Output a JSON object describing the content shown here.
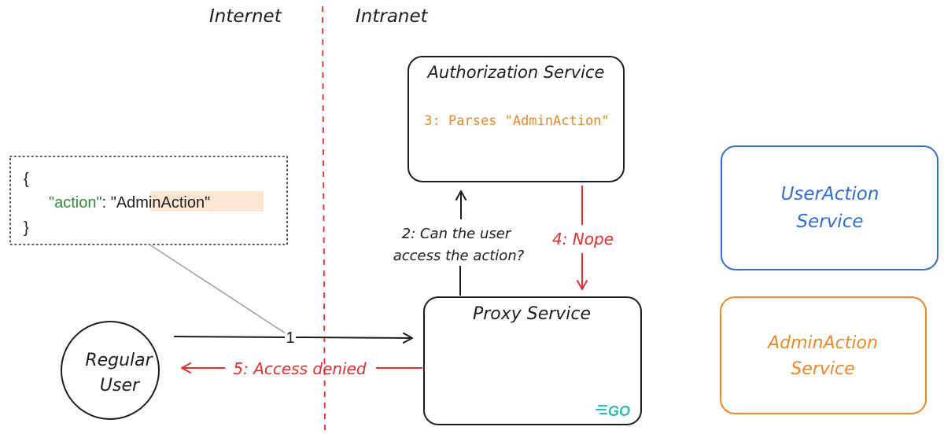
{
  "zones": {
    "internet_label": "Internet",
    "intranet_label": "Intranet"
  },
  "json_box": {
    "open_brace": "{",
    "key": "\"action\"",
    "colon": ": ",
    "quote_open": "\"",
    "value": "AdminAction",
    "quote_close": "\"",
    "close_brace": "}"
  },
  "nodes": {
    "regular_user": {
      "line1": "Regular",
      "line2": "User"
    },
    "authorization_service": {
      "title": "Authorization Service",
      "note": "3: Parses \"AdminAction\""
    },
    "proxy_service": {
      "title": "Proxy Service",
      "badge": "GO"
    },
    "useraction_service": {
      "line1": "UserAction",
      "line2": "Service"
    },
    "adminaction_service": {
      "line1": "AdminAction",
      "line2": "Service"
    }
  },
  "edges": {
    "step1": "1",
    "step2_line1": "2: Can the user",
    "step2_line2": "access the action?",
    "step4": "4: Nope",
    "step5": "5: Access denied"
  },
  "colors": {
    "ink": "#1e1e1e",
    "red": "#e03131",
    "orange": "#e8892c",
    "blue": "#2f6fd0",
    "json_key": "#2f8a3a",
    "json_value_bg": "#fde6d2",
    "connector_gray": "#a0a0a0",
    "go_blue": "#29beb0"
  }
}
